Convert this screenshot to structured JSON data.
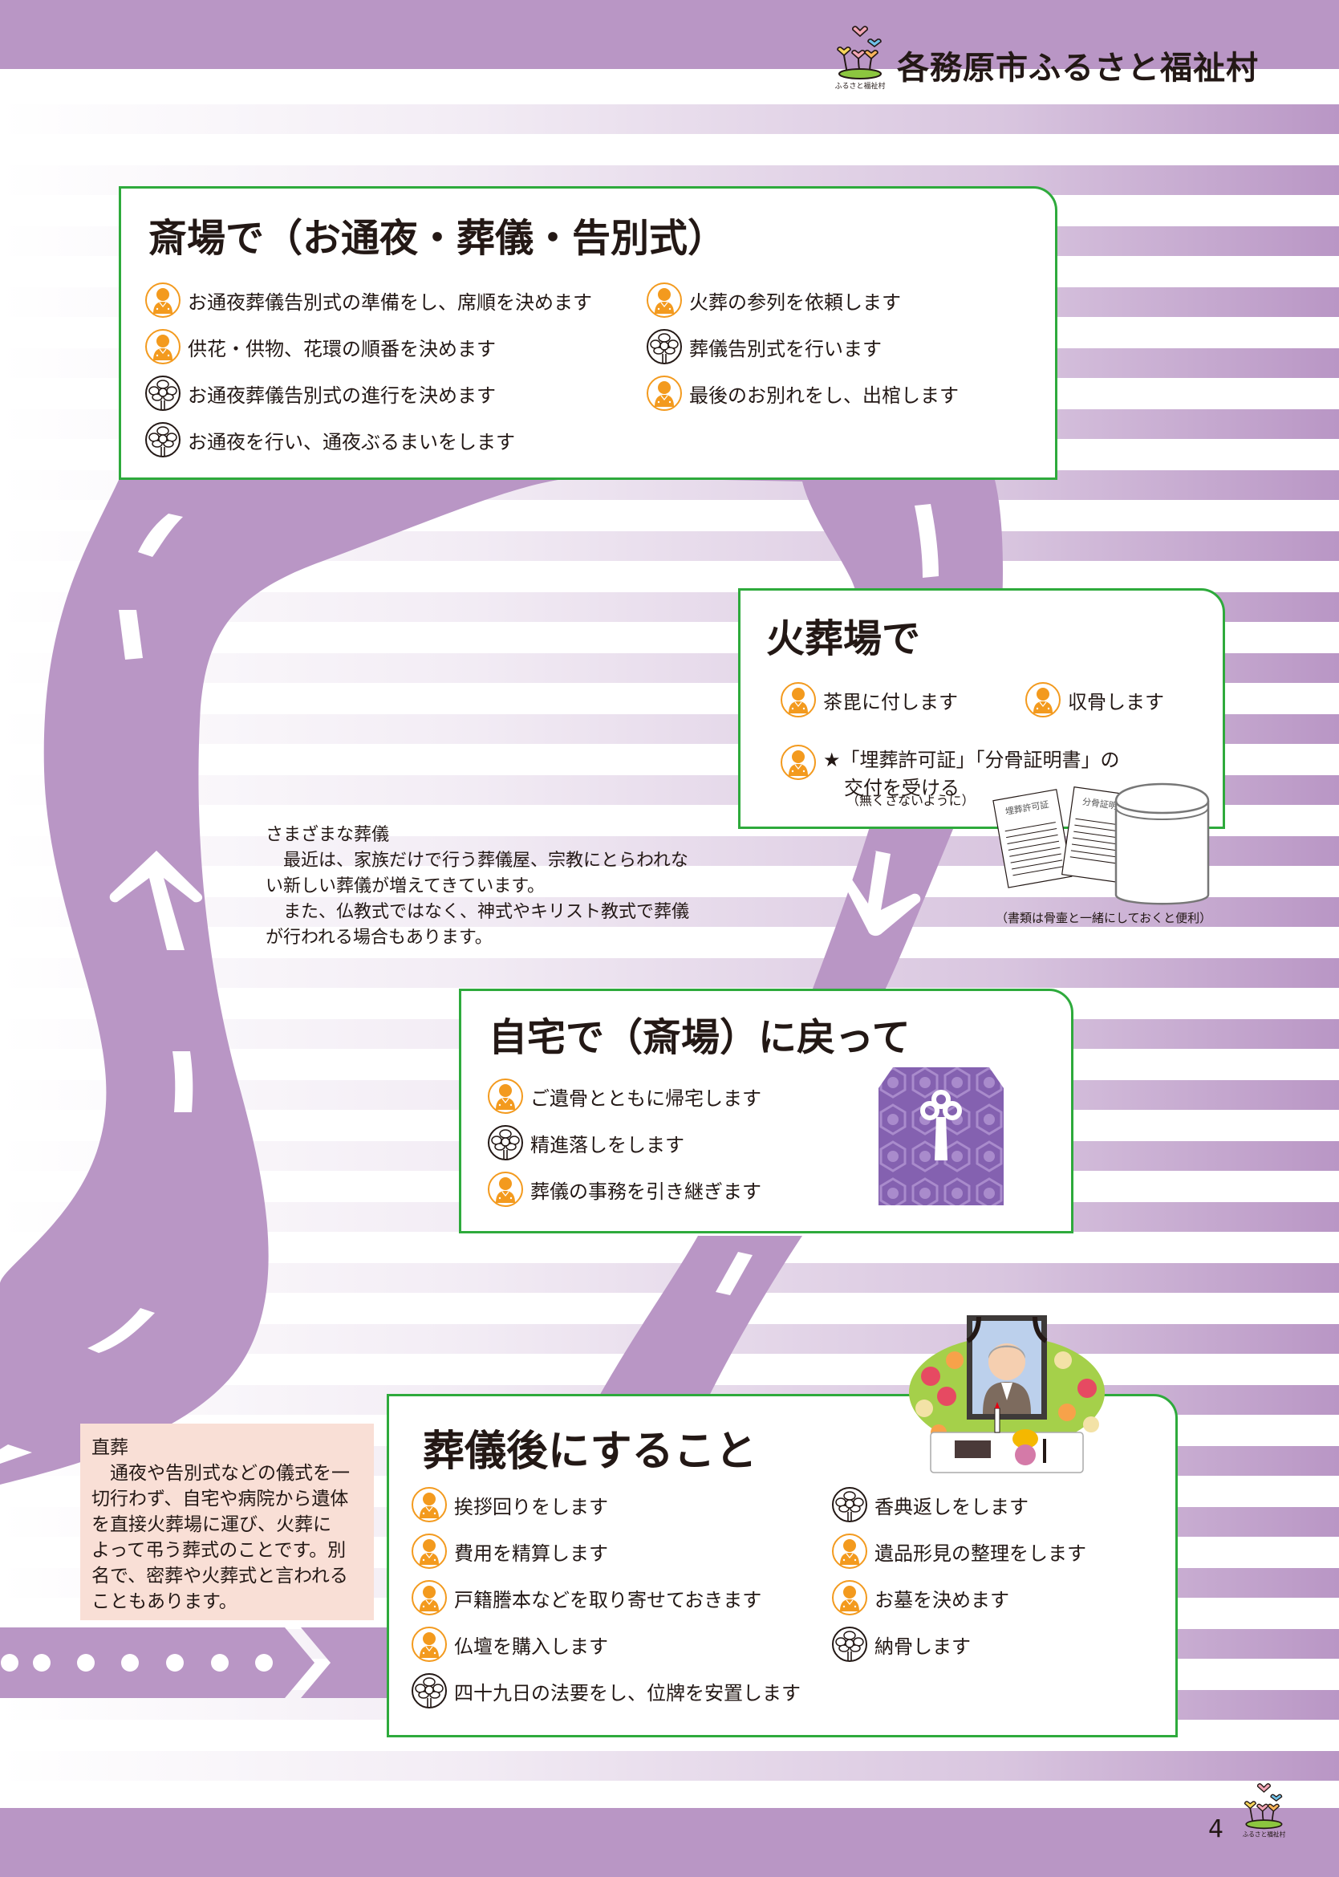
{
  "header": {
    "title": "各務原市ふるさと福祉村",
    "logo_caption": "ふるさと福祉村"
  },
  "colors": {
    "band": "#b996c5",
    "card_border": "#2eaa3c",
    "person_icon": "#f39a1e",
    "note_box": "#f9dfd6",
    "text": "#231815"
  },
  "legend_icons": {
    "person": "person-icon (family/relatives task)",
    "flower": "flower-emblem-icon (funeral company task)"
  },
  "sections": {
    "saijo": {
      "title": "斎場で（お通夜・葬儀・告別式）",
      "items": [
        {
          "icon": "person",
          "text": "お通夜葬儀告別式の準備をし、席順を決めます"
        },
        {
          "icon": "person",
          "text": "供花・供物、花環の順番を決めます"
        },
        {
          "icon": "flower",
          "text": "お通夜葬儀告別式の進行を決めます"
        },
        {
          "icon": "flower",
          "text": "お通夜を行い、通夜ぶるまいをします"
        },
        {
          "icon": "person",
          "text": "火葬の参列を依頼します"
        },
        {
          "icon": "flower",
          "text": "葬儀告別式を行います"
        },
        {
          "icon": "person",
          "text": "最後のお別れをし、出棺します"
        }
      ]
    },
    "kasoba": {
      "title": "火葬場で",
      "items": [
        {
          "icon": "person",
          "text": "茶毘に付します"
        },
        {
          "icon": "person",
          "text": "収骨します"
        },
        {
          "icon": "person",
          "text": "★「埋葬許可証」「分骨証明書」の",
          "line2": "交付を受ける",
          "sub": "（無くさないように）"
        }
      ],
      "doc1": "埋葬許可証",
      "doc2": "分骨証明書",
      "caption": "（書類は骨壷と一緒にしておくと便利）"
    },
    "jitaku": {
      "title": "自宅で（斎場）に戻って",
      "items": [
        {
          "icon": "person",
          "text": "ご遺骨とともに帰宅します"
        },
        {
          "icon": "flower",
          "text": "精進落しをします"
        },
        {
          "icon": "person",
          "text": "葬儀の事務を引き継ぎます"
        }
      ]
    },
    "after": {
      "title": "葬儀後にすること",
      "items": [
        {
          "icon": "person",
          "text": "挨拶回りをします"
        },
        {
          "icon": "person",
          "text": "費用を精算します"
        },
        {
          "icon": "person",
          "text": "戸籍謄本などを取り寄せておきます"
        },
        {
          "icon": "person",
          "text": "仏壇を購入します"
        },
        {
          "icon": "flower",
          "text": "四十九日の法要をし、位牌を安置します"
        },
        {
          "icon": "flower",
          "text": "香典返しをします"
        },
        {
          "icon": "person",
          "text": "遺品形見の整理をします"
        },
        {
          "icon": "person",
          "text": "お墓を決めます"
        },
        {
          "icon": "flower",
          "text": "納骨します"
        }
      ]
    }
  },
  "notes": {
    "various": {
      "title": "さまざまな葬儀",
      "lines": [
        "　最近は、家族だけで行う葬儀屋、宗教にとらわれな",
        "い新しい葬儀が増えてきています。",
        "　また、仏教式ではなく、神式やキリスト教式で葬儀",
        "が行われる場合もあります。"
      ]
    },
    "direct": {
      "title": "直葬",
      "lines": [
        "　通夜や告別式などの儀式を一",
        "切行わず、自宅や病院から遺体",
        "を直接火葬場に運び、火葬に",
        "よって弔う葬式のことです。別",
        "名で、密葬や火葬式と言われる",
        "こともあります。"
      ]
    }
  },
  "footer": {
    "page_number": "4"
  }
}
